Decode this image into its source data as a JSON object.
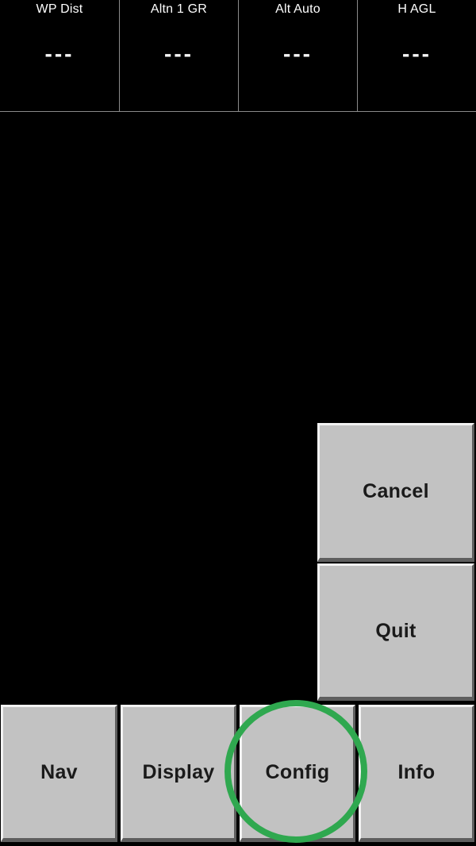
{
  "infobox_row": {
    "items": [
      {
        "label": "WP Dist",
        "value": "---"
      },
      {
        "label": "Altn 1 GR",
        "value": "---"
      },
      {
        "label": "Alt Auto",
        "value": "---"
      },
      {
        "label": "H AGL",
        "value": "---"
      }
    ]
  },
  "dialog_buttons": {
    "cancel_label": "Cancel",
    "quit_label": "Quit"
  },
  "menu_buttons": {
    "nav_label": "Nav",
    "display_label": "Display",
    "config_label": "Config",
    "info_label": "Info"
  },
  "annotations": {
    "tap_indicator": {
      "shape": "circle",
      "color": "#2fa84f",
      "target_button": "Config"
    }
  },
  "colors": {
    "background": "#000000",
    "button_face": "#c2c2c2",
    "button_highlight": "#f2f2f2",
    "button_shadow": "#5e5e5e",
    "infobox_divider": "#8a8a8a",
    "tap_indicator_green": "#2fa84f",
    "text_light": "#ffffff",
    "text_dark": "#1a1a1a"
  }
}
